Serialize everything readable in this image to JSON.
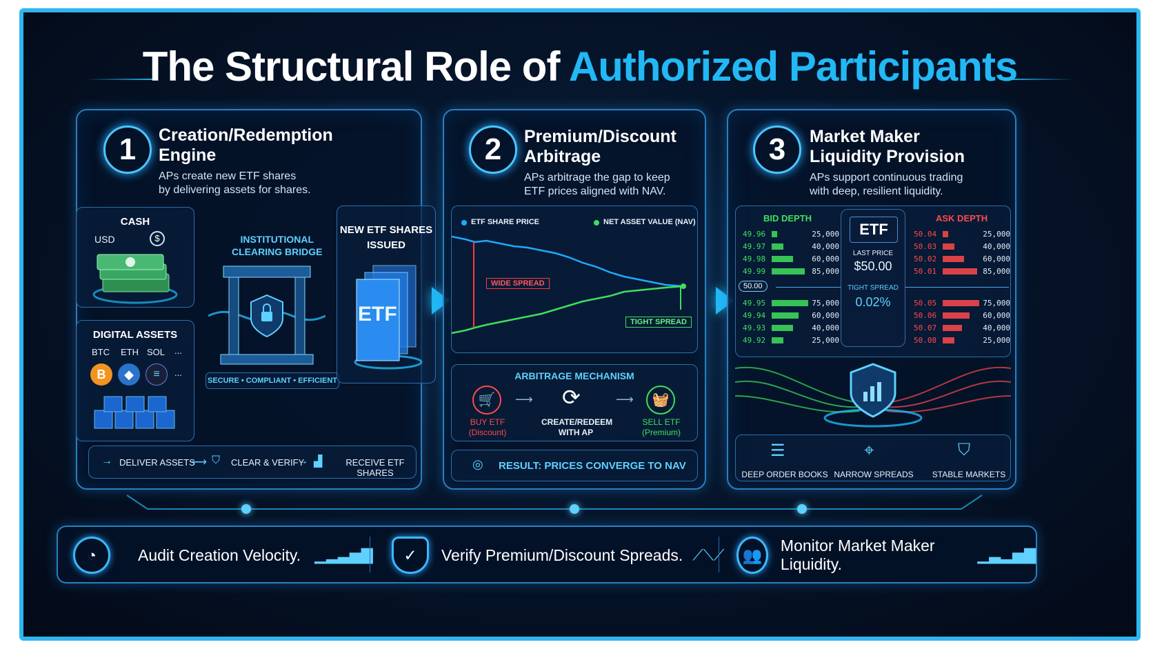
{
  "title": {
    "main": "The Structural Role of ",
    "accent": "Authorized Participants"
  },
  "panel1": {
    "number": "1",
    "title_l1": "Creation/Redemption",
    "title_l2": "Engine",
    "desc_l1": "APs create new ETF shares",
    "desc_l2": "by delivering assets for shares.",
    "cash": "CASH",
    "usd": "USD",
    "bridge_l1": "INSTITUTIONAL",
    "bridge_l2": "CLEARING BRIDGE",
    "new_l1": "NEW ETF SHARES",
    "new_l2": "ISSUED",
    "etf": "ETF",
    "digital": "DIGITAL ASSETS",
    "btc": "BTC",
    "eth": "ETH",
    "sol": "SOL",
    "more": "...",
    "secure": "SECURE • COMPLIANT • EFFICIENT",
    "step1": "DELIVER ASSETS",
    "step2": "CLEAR & VERIFY",
    "step3": "RECEIVE ETF SHARES"
  },
  "panel2": {
    "number": "2",
    "title_l1": "Premium/Discount",
    "title_l2": "Arbitrage",
    "desc_l1": "APs arbitrage the gap to keep",
    "desc_l2": "ETF prices aligned with NAV.",
    "legend_etf": "ETF SHARE PRICE",
    "legend_nav": "NET ASSET VALUE (NAV)",
    "wide": "WIDE SPREAD",
    "tight": "TIGHT SPREAD",
    "mech": "ARBITRAGE MECHANISM",
    "buy_l1": "BUY ETF",
    "buy_l2": "(Discount)",
    "create_l1": "CREATE/REDEEM",
    "create_l2": "WITH AP",
    "sell_l1": "SELL ETF",
    "sell_l2": "(Premium)",
    "result": "RESULT:  PRICES CONVERGE TO NAV"
  },
  "panel3": {
    "number": "3",
    "title_l1": "Market Maker",
    "title_l2": "Liquidity Provision",
    "desc_l1": "APs support continuous trading",
    "desc_l2": "with deep, resilient liquidity.",
    "bid": "BID DEPTH",
    "ask": "ASK DEPTH",
    "etf": "ETF",
    "last": "LAST PRICE",
    "price": "$50.00",
    "mid": "50.00",
    "tight": "TIGHT SPREAD",
    "spread": "0.02%",
    "bids_top": [
      {
        "p": "49.96",
        "q": "25,000",
        "w": 0.15
      },
      {
        "p": "49.97",
        "q": "40,000",
        "w": 0.3
      },
      {
        "p": "49.98",
        "q": "60,000",
        "w": 0.55
      },
      {
        "p": "49.99",
        "q": "85,000",
        "w": 0.85
      }
    ],
    "bids_bot": [
      {
        "p": "49.95",
        "q": "75,000",
        "w": 0.95
      },
      {
        "p": "49.94",
        "q": "60,000",
        "w": 0.7
      },
      {
        "p": "49.93",
        "q": "40,000",
        "w": 0.55
      },
      {
        "p": "49.92",
        "q": "25,000",
        "w": 0.3
      }
    ],
    "asks_top": [
      {
        "p": "50.04",
        "q": "25,000",
        "w": 0.15
      },
      {
        "p": "50.03",
        "q": "40,000",
        "w": 0.3
      },
      {
        "p": "50.02",
        "q": "60,000",
        "w": 0.55
      },
      {
        "p": "50.01",
        "q": "85,000",
        "w": 0.9
      }
    ],
    "asks_bot": [
      {
        "p": "50.05",
        "q": "75,000",
        "w": 0.95
      },
      {
        "p": "50.06",
        "q": "60,000",
        "w": 0.7
      },
      {
        "p": "50.07",
        "q": "40,000",
        "w": 0.5
      },
      {
        "p": "50.08",
        "q": "25,000",
        "w": 0.3
      }
    ],
    "f1": "DEEP ORDER BOOKS",
    "f2": "NARROW SPREADS",
    "f3": "STABLE MARKETS"
  },
  "footer": {
    "a": "Audit Creation Velocity.",
    "b": "Verify Premium/Discount Spreads.",
    "c": "Monitor Market Maker Liquidity."
  },
  "colors": {
    "accent": "#22b8f5",
    "bid": "#3fe05c",
    "ask": "#ff4a4a"
  }
}
